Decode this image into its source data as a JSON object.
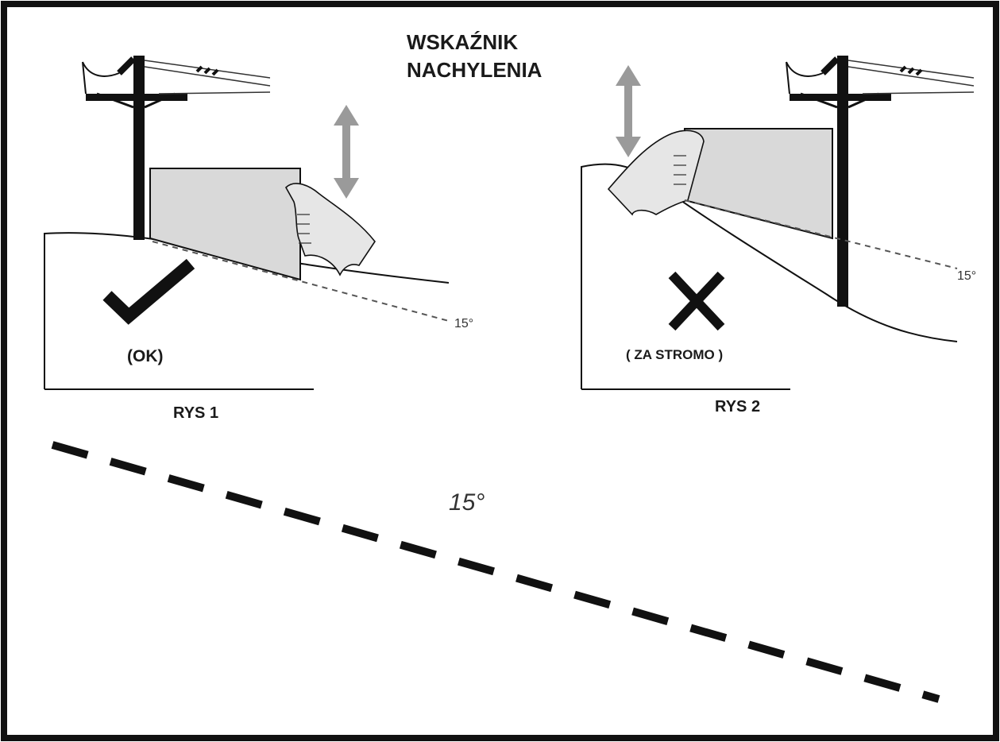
{
  "title": {
    "line1": "WSKAŹNIK",
    "line2": "NACHYLENIA"
  },
  "figures": [
    {
      "caption": "RYS 1",
      "verdict": "(OK)",
      "status_icon": "checkmark-icon",
      "angle_label": "15°"
    },
    {
      "caption": "RYS 2",
      "verdict": "( ZA STROMO )",
      "status_icon": "cross-icon",
      "angle_label": "15°"
    }
  ],
  "reference": {
    "angle_label": "15°",
    "angle_degrees": 15
  },
  "colors": {
    "ink": "#111111",
    "panel": "#d9d9d9",
    "arrow": "#9a9a9a",
    "dash": "#555555"
  }
}
